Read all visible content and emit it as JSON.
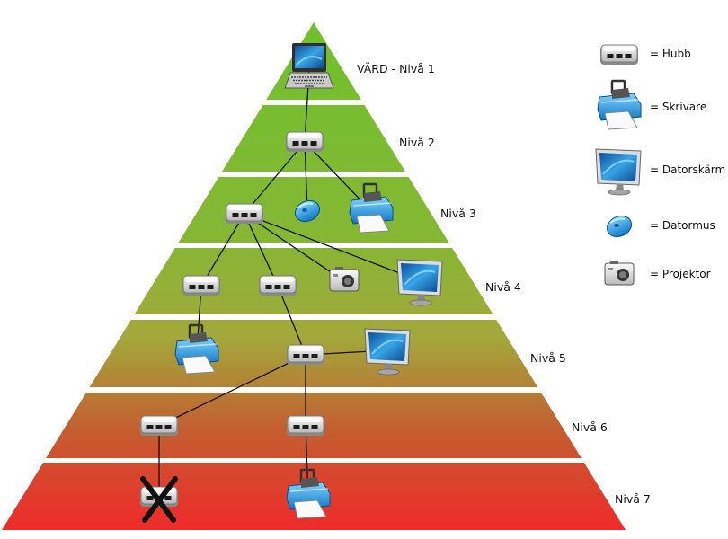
{
  "levels": [
    {
      "label": "VÄRD - Nivå 1"
    },
    {
      "label": "Nivå 2"
    },
    {
      "label": "Nivå 3"
    },
    {
      "label": "Nivå 4"
    },
    {
      "label": "Nivå 5"
    },
    {
      "label": "Nivå 6"
    },
    {
      "label": "Nivå 7"
    }
  ],
  "legend": [
    {
      "icon": "hub-icon",
      "label": "= Hubb"
    },
    {
      "icon": "printer-icon",
      "label": "= Skrivare"
    },
    {
      "icon": "monitor-icon",
      "label": "= Datorskärm"
    },
    {
      "icon": "mouse-icon",
      "label": "= Datormus"
    },
    {
      "icon": "projector-icon",
      "label": "= Projektor"
    }
  ],
  "nodes": [
    {
      "id": "host",
      "type": "laptop",
      "level": 1
    },
    {
      "id": "h2",
      "type": "hub",
      "level": 2
    },
    {
      "id": "h3",
      "type": "hub",
      "level": 3
    },
    {
      "id": "mouse3",
      "type": "mouse",
      "level": 3
    },
    {
      "id": "printer3",
      "type": "printer",
      "level": 3
    },
    {
      "id": "h4a",
      "type": "hub",
      "level": 4
    },
    {
      "id": "h4b",
      "type": "hub",
      "level": 4
    },
    {
      "id": "proj4",
      "type": "projector",
      "level": 4
    },
    {
      "id": "mon4",
      "type": "monitor",
      "level": 4
    },
    {
      "id": "printer5",
      "type": "printer",
      "level": 5
    },
    {
      "id": "h5",
      "type": "hub",
      "level": 5
    },
    {
      "id": "mon5",
      "type": "monitor",
      "level": 5
    },
    {
      "id": "h6a",
      "type": "hub",
      "level": 6
    },
    {
      "id": "h6b",
      "type": "hub",
      "level": 6
    },
    {
      "id": "h7x",
      "type": "hub",
      "level": 7,
      "crossed": true
    },
    {
      "id": "printer7",
      "type": "printer",
      "level": 7
    }
  ],
  "edges": [
    [
      "host",
      "h2"
    ],
    [
      "h2",
      "h3"
    ],
    [
      "h2",
      "mouse3"
    ],
    [
      "h2",
      "printer3"
    ],
    [
      "h3",
      "h4a"
    ],
    [
      "h3",
      "h4b"
    ],
    [
      "h3",
      "proj4"
    ],
    [
      "h3",
      "mon4"
    ],
    [
      "h4a",
      "printer5"
    ],
    [
      "h4b",
      "h5"
    ],
    [
      "h5",
      "mon5"
    ],
    [
      "h5",
      "h6a"
    ],
    [
      "h5",
      "h6b"
    ],
    [
      "h6a",
      "h7x"
    ],
    [
      "h6b",
      "printer7"
    ]
  ],
  "colors": {
    "top": "#6fc12d",
    "mid": "#a3a83c",
    "bottom": "#ef2a2a",
    "band_gap": "#ffffff",
    "edge": "#111111"
  }
}
